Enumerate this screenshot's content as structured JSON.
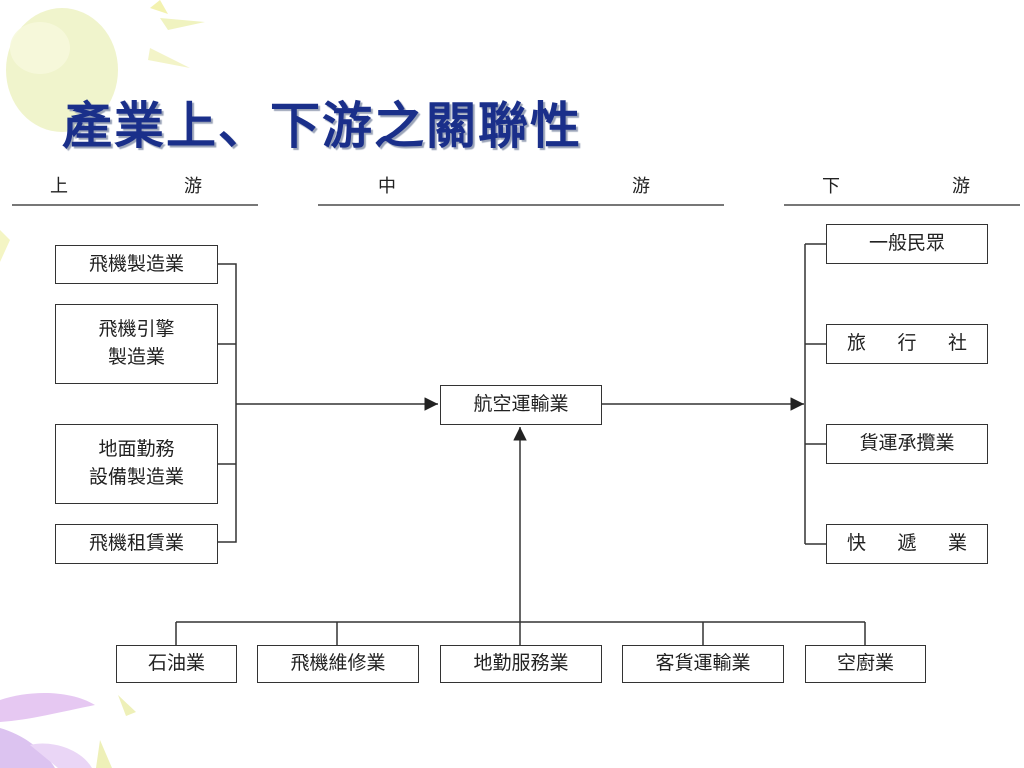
{
  "title": "產業上、下游之關聯性",
  "headers": {
    "upstream": [
      "上",
      "游"
    ],
    "midstream": [
      "中",
      "游"
    ],
    "downstream": [
      "下",
      "游"
    ]
  },
  "upstream_items": [
    "飛機製造業",
    "飛機引擎\n製造業",
    "地面勤務\n設備製造業",
    "飛機租賃業"
  ],
  "center": "航空運輸業",
  "downstream_items": [
    [
      "一般民眾"
    ],
    [
      "旅",
      "行",
      "社"
    ],
    [
      "貨運承攬業"
    ],
    [
      "快",
      "遞",
      "業"
    ]
  ],
  "support_items": [
    "石油業",
    "飛機維修業",
    "地勤服務業",
    "客貨運輸業",
    "空廚業"
  ]
}
